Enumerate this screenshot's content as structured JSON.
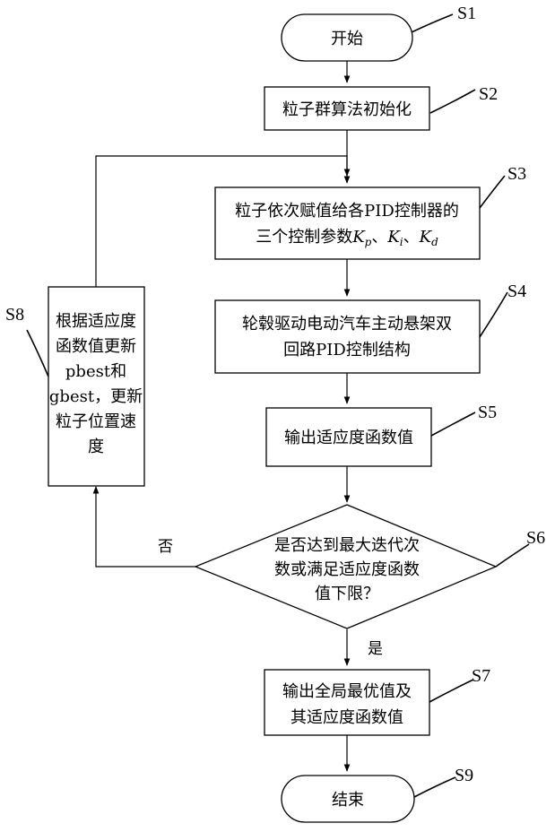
{
  "nodes": {
    "start": {
      "lines": [
        "开始"
      ]
    },
    "init": {
      "lines": [
        "粒子群算法初始化"
      ]
    },
    "assign": {
      "lines": [
        "粒子依次赋值给各PID控制器的",
        "三个控制参数"
      ],
      "params": [
        "K",
        "p",
        "、",
        "K",
        "i",
        "、",
        "K",
        "d"
      ]
    },
    "structure": {
      "lines": [
        "轮毂驱动电动汽车主动悬架双",
        "回路PID控制结构"
      ]
    },
    "fitness": {
      "lines": [
        "输出适应度函数值"
      ]
    },
    "decision": {
      "lines": [
        "是否达到最大迭代次",
        "数或满足适应度函数",
        "值下限？"
      ]
    },
    "output": {
      "lines": [
        "输出全局最优值及",
        "其适应度函数值"
      ]
    },
    "end": {
      "lines": [
        "结束"
      ]
    },
    "update": {
      "lines": [
        "根据适应度",
        "函数值更新",
        "pbest和",
        "gbest，更新",
        "粒子位置速",
        "度"
      ]
    }
  },
  "step_labels": {
    "s1": "S1",
    "s2": "S2",
    "s3": "S3",
    "s4": "S4",
    "s5": "S5",
    "s6": "S6",
    "s7": "S7",
    "s8": "S8",
    "s9": "S9"
  },
  "edge_labels": {
    "yes": "是",
    "no": "否"
  }
}
